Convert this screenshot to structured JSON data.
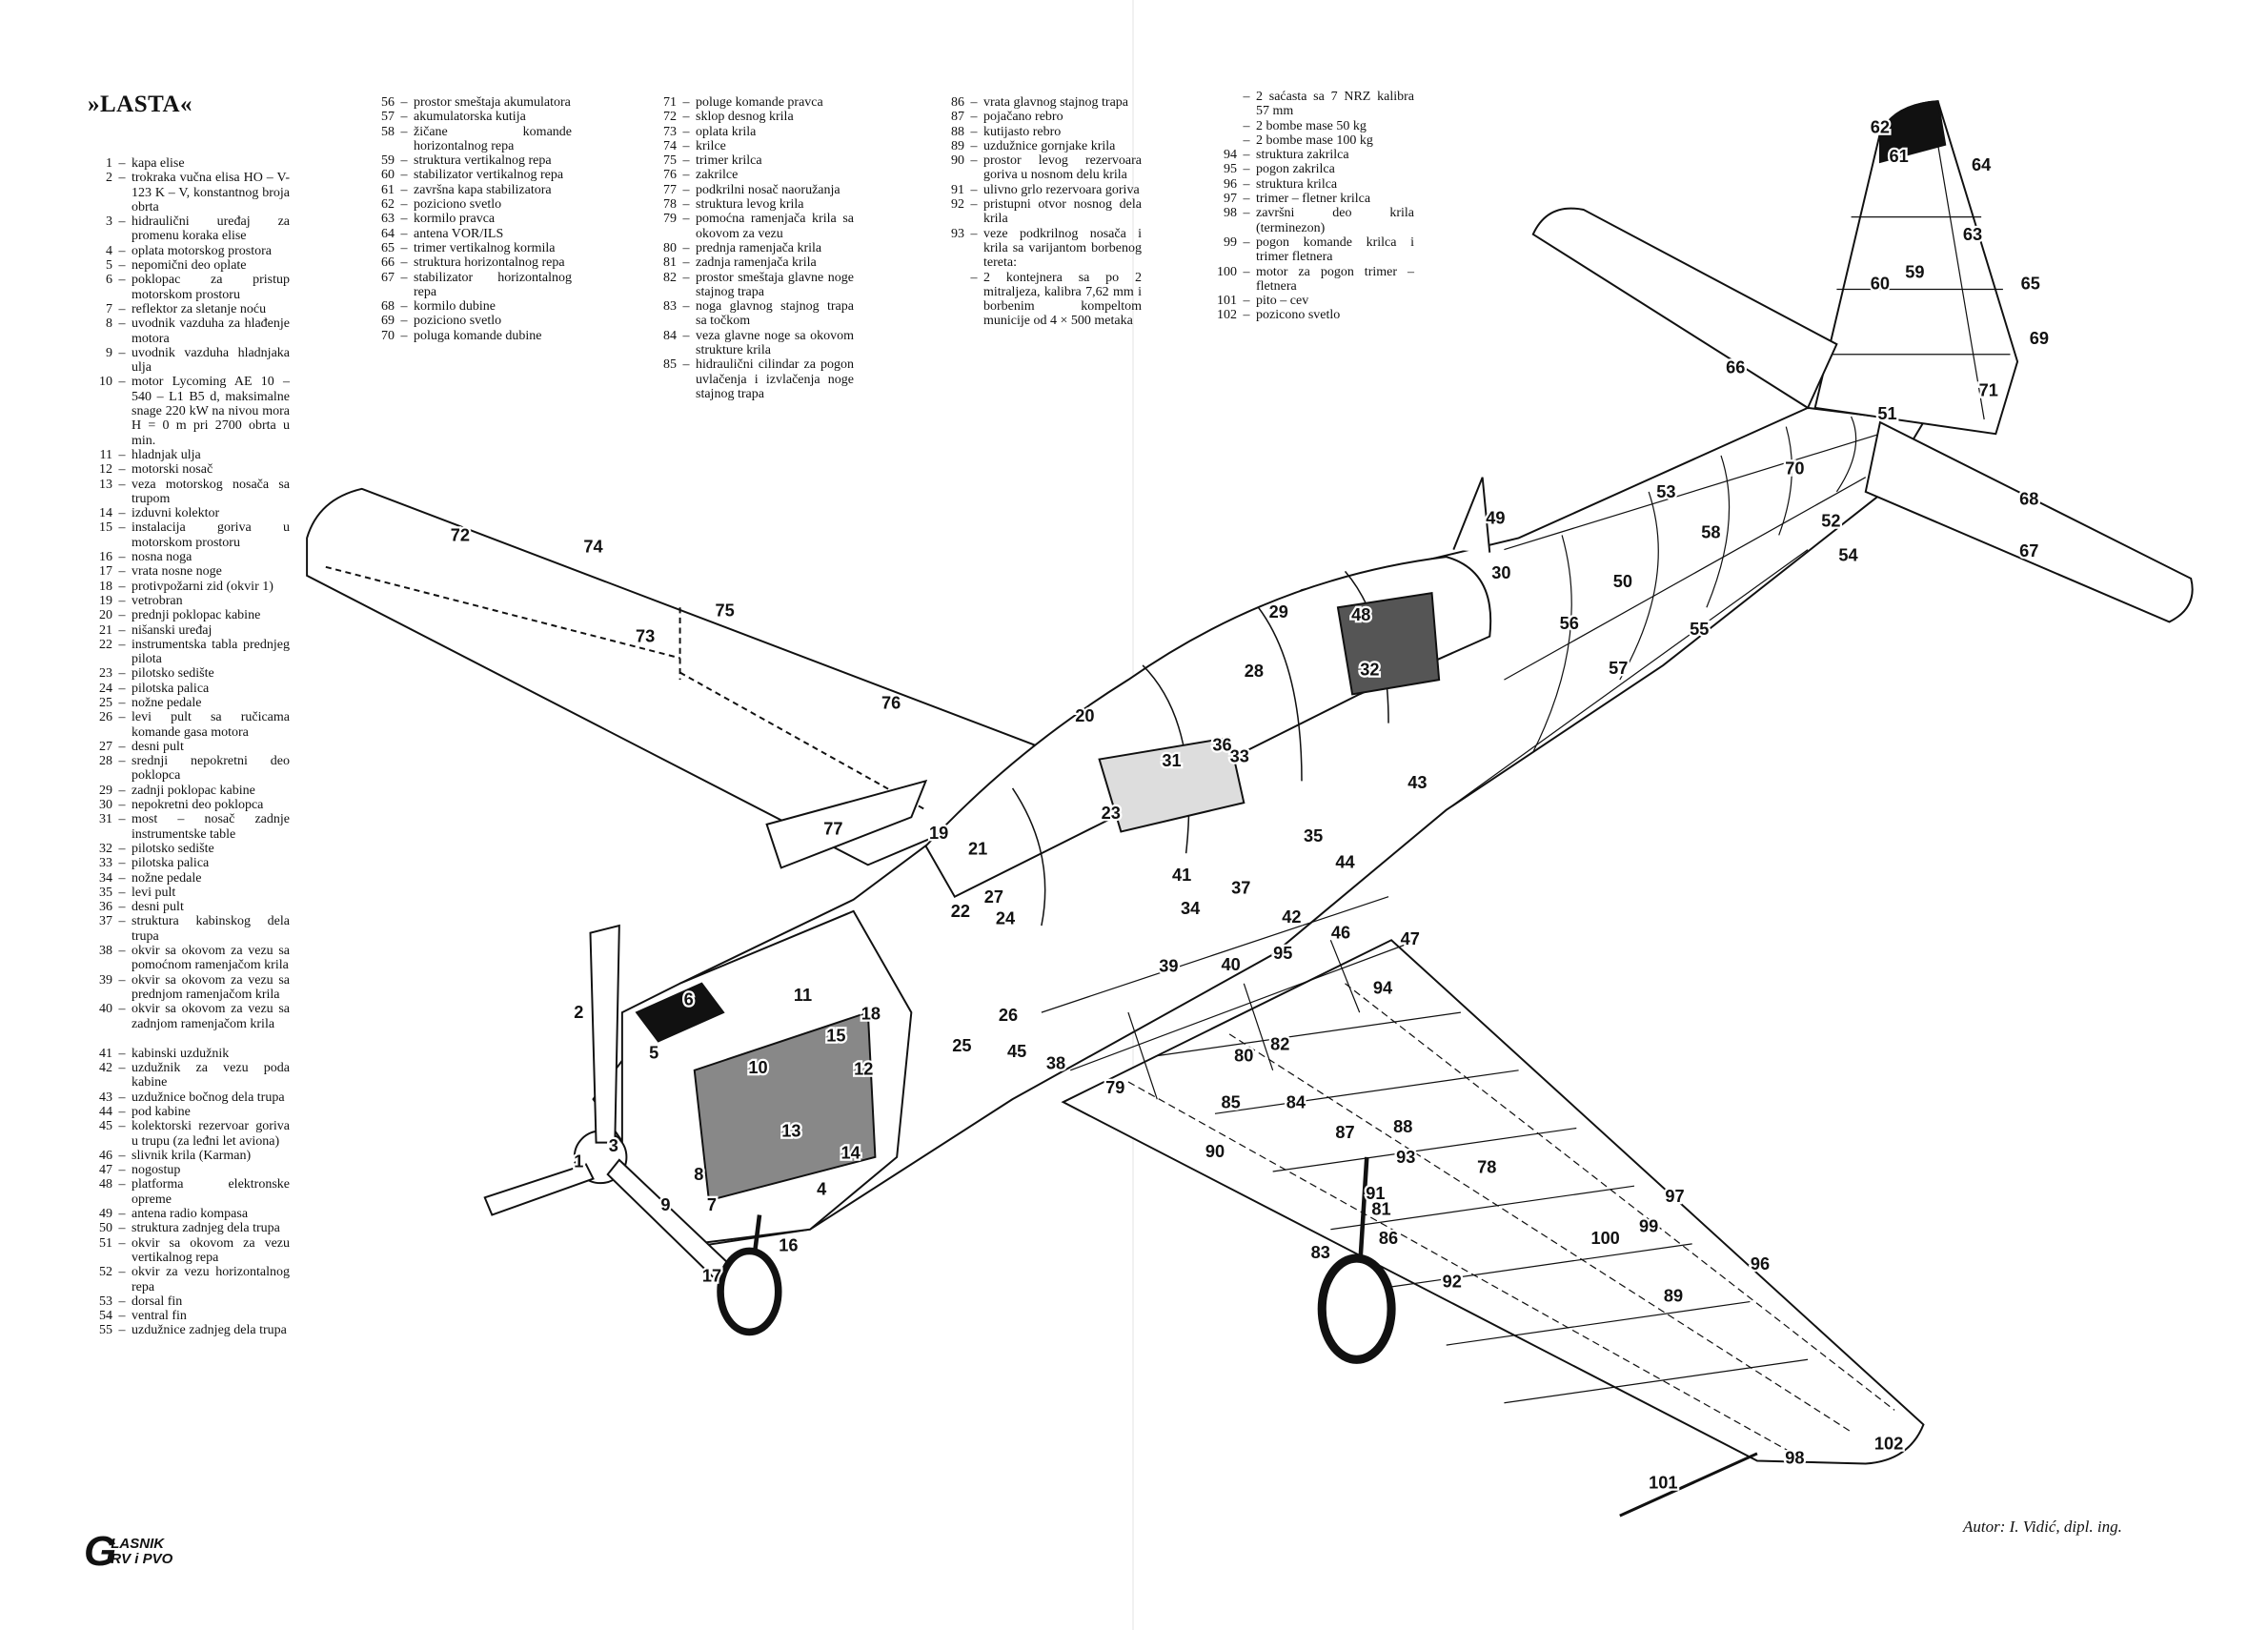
{
  "title": "»LASTA«",
  "author": "Autor: I. Vidić, dipl. ing.",
  "logo": {
    "top": "LASNIK",
    "bottom": "RV i PVO",
    "initial": "G"
  },
  "legend": [
    {
      "items": [
        {
          "num": "1",
          "text": "kapa elise"
        },
        {
          "num": "2",
          "text": "trokraka vučna elisa HO – V-123 K – V, konstantnog broja obrta"
        },
        {
          "num": "3",
          "text": "hidraulični uređaj za promenu koraka elise"
        },
        {
          "num": "4",
          "text": "oplata motorskog prostora"
        },
        {
          "num": "5",
          "text": "nepomični deo oplate"
        },
        {
          "num": "6",
          "text": "poklopac za pristup motorskom prostoru"
        },
        {
          "num": "7",
          "text": "reflektor za sletanje noću"
        },
        {
          "num": "8",
          "text": "uvodnik vazduha za hlađenje motora"
        },
        {
          "num": "9",
          "text": "uvodnik vazduha hladnjaka ulja"
        },
        {
          "num": "10",
          "text": "motor Lycoming AE 10 – 540 – L1 B5 d, maksimalne snage 220 kW na nivou mora H = 0 m pri 2700 obrta u min."
        },
        {
          "num": "11",
          "text": "hladnjak ulja"
        },
        {
          "num": "12",
          "text": "motorski nosač"
        },
        {
          "num": "13",
          "text": "veza motorskog nosača sa trupom"
        },
        {
          "num": "14",
          "text": "izduvni kolektor"
        },
        {
          "num": "15",
          "text": "instalacija goriva u motorskom prostoru"
        },
        {
          "num": "16",
          "text": "nosna noga"
        },
        {
          "num": "17",
          "text": "vrata nosne noge"
        },
        {
          "num": "18",
          "text": "protivpožarni zid (okvir 1)"
        },
        {
          "num": "19",
          "text": "vetrobran"
        },
        {
          "num": "20",
          "text": "prednji poklopac kabine"
        },
        {
          "num": "21",
          "text": "nišanski uređaj"
        },
        {
          "num": "22",
          "text": "instrumentska tabla prednjeg pilota"
        },
        {
          "num": "23",
          "text": "pilotsko sedište"
        },
        {
          "num": "24",
          "text": "pilotska palica"
        },
        {
          "num": "25",
          "text": "nožne pedale"
        },
        {
          "num": "26",
          "text": "levi pult sa ručicama komande gasa motora"
        },
        {
          "num": "27",
          "text": "desni pult"
        },
        {
          "num": "28",
          "text": "srednji nepokretni deo poklopca"
        },
        {
          "num": "29",
          "text": "zadnji poklopac kabine"
        },
        {
          "num": "30",
          "text": "nepokretni deo poklopca"
        },
        {
          "num": "31",
          "text": "most – nosač zadnje instrumentske table"
        },
        {
          "num": "32",
          "text": "pilotsko sedište"
        },
        {
          "num": "33",
          "text": "pilotska palica"
        },
        {
          "num": "34",
          "text": "nožne pedale"
        },
        {
          "num": "35",
          "text": "levi pult"
        },
        {
          "num": "36",
          "text": "desni pult"
        },
        {
          "num": "37",
          "text": "struktura kabinskog dela trupa"
        },
        {
          "num": "38",
          "text": "okvir sa okovom za vezu sa pomoćnom ramenjačom krila"
        },
        {
          "num": "39",
          "text": "okvir sa okovom za vezu sa prednjom ramenjačom krila"
        },
        {
          "num": "40",
          "text": "okvir sa okovom za vezu sa zadnjom ramenjačom krila"
        },
        {
          "num": "41",
          "text": "kabinski uzdužnik",
          "gap": true
        },
        {
          "num": "42",
          "text": "uzdužnik za vezu poda kabine"
        },
        {
          "num": "43",
          "text": "uzdužnice bočnog dela trupa"
        },
        {
          "num": "44",
          "text": "pod kabine"
        },
        {
          "num": "45",
          "text": "kolektorski rezervoar goriva u trupu (za leđni let aviona)"
        },
        {
          "num": "46",
          "text": "slivnik krila (Karman)"
        },
        {
          "num": "47",
          "text": "nogostup"
        },
        {
          "num": "48",
          "text": "platforma elektronske opreme"
        },
        {
          "num": "49",
          "text": "antena radio kompasa"
        },
        {
          "num": "50",
          "text": "struktura zadnjeg dela trupa"
        },
        {
          "num": "51",
          "text": "okvir sa okovom za vezu vertikalnog repa"
        },
        {
          "num": "52",
          "text": "okvir za vezu horizontalnog repa"
        },
        {
          "num": "53",
          "text": "dorsal fin"
        },
        {
          "num": "54",
          "text": "ventral fin"
        },
        {
          "num": "55",
          "text": "uzdužnice zadnjeg dela trupa"
        }
      ]
    },
    {
      "items": [
        {
          "num": "56",
          "text": "prostor smeštaja akumulatora"
        },
        {
          "num": "57",
          "text": "akumulatorska kutija"
        },
        {
          "num": "58",
          "text": "žičane komande horizontalnog repa"
        },
        {
          "num": "59",
          "text": "struktura vertikalnog repa"
        },
        {
          "num": "60",
          "text": "stabilizator vertikalnog repa"
        },
        {
          "num": "61",
          "text": "završna kapa stabilizatora"
        },
        {
          "num": "62",
          "text": "poziciono svetlo"
        },
        {
          "num": "63",
          "text": "kormilo pravca"
        },
        {
          "num": "64",
          "text": "antena VOR/ILS"
        },
        {
          "num": "65",
          "text": "trimer vertikalnog kormila"
        },
        {
          "num": "66",
          "text": "struktura horizontalnog repa"
        },
        {
          "num": "67",
          "text": "stabilizator horizontalnog repa"
        },
        {
          "num": "68",
          "text": "kormilo dubine"
        },
        {
          "num": "69",
          "text": "poziciono svetlo"
        },
        {
          "num": "70",
          "text": "poluga komande dubine"
        }
      ]
    },
    {
      "items": [
        {
          "num": "71",
          "text": "poluge komande pravca"
        },
        {
          "num": "72",
          "text": "sklop desnog krila"
        },
        {
          "num": "73",
          "text": "oplata krila"
        },
        {
          "num": "74",
          "text": "krilce"
        },
        {
          "num": "75",
          "text": "trimer krilca"
        },
        {
          "num": "76",
          "text": "zakrilce"
        },
        {
          "num": "77",
          "text": "podkrilni nosač naoružanja"
        },
        {
          "num": "78",
          "text": "struktura levog krila"
        },
        {
          "num": "79",
          "text": "pomoćna ramenjača krila sa okovom za vezu"
        },
        {
          "num": "80",
          "text": "prednja ramenjača krila"
        },
        {
          "num": "81",
          "text": "zadnja ramenjača krila"
        },
        {
          "num": "82",
          "text": "prostor smeštaja glavne noge stajnog trapa"
        },
        {
          "num": "83",
          "text": "noga glavnog stajnog trapa sa točkom"
        },
        {
          "num": "84",
          "text": "veza glavne noge sa okovom strukture krila"
        },
        {
          "num": "85",
          "text": "hidraulični cilindar za pogon uvlačenja i izvlačenja noge stajnog trapa"
        }
      ]
    },
    {
      "items": [
        {
          "num": "86",
          "text": "vrata glavnog stajnog trapa"
        },
        {
          "num": "87",
          "text": "pojačano rebro"
        },
        {
          "num": "88",
          "text": "kutijasto rebro"
        },
        {
          "num": "89",
          "text": "uzdužnice gornjake krila"
        },
        {
          "num": "90",
          "text": "prostor levog rezervoara goriva u nosnom delu krila"
        },
        {
          "num": "91",
          "text": "ulivno grlo rezervoara goriva"
        },
        {
          "num": "92",
          "text": "pristupni otvor nosnog dela krila"
        },
        {
          "num": "93",
          "text": "veze podkrilnog nosača i krila sa varijantom borbenog tereta:"
        },
        {
          "num": "",
          "text": "2 kontejnera sa po 2 mitraljeza, kalibra 7,62 mm i borbenim kompeltom municije od 4 × 500 metaka",
          "sub": true
        }
      ]
    },
    {
      "items": [
        {
          "num": "",
          "text": "2 saćasta sa 7 NRZ kalibra 57 mm",
          "sub": true
        },
        {
          "num": "",
          "text": "2 bombe mase 50 kg",
          "sub": true
        },
        {
          "num": "",
          "text": "2 bombe mase 100 kg",
          "sub": true
        },
        {
          "num": "94",
          "text": "struktura zakrilca"
        },
        {
          "num": "95",
          "text": "pogon zakrilca"
        },
        {
          "num": "96",
          "text": "struktura krilca"
        },
        {
          "num": "97",
          "text": "trimer – fletner krilca"
        },
        {
          "num": "98",
          "text": "završni deo krila (terminezon)"
        },
        {
          "num": "99",
          "text": "pogon komande krilca i trimer fletnera"
        },
        {
          "num": "100",
          "text": "motor za pogon trimer – fletnera"
        },
        {
          "num": "101",
          "text": "pito – cev"
        },
        {
          "num": "102",
          "text": "pozicono svetlo"
        }
      ]
    }
  ],
  "callouts": [
    "1",
    "2",
    "3",
    "4",
    "5",
    "6",
    "7",
    "8",
    "9",
    "10",
    "11",
    "12",
    "13",
    "14",
    "15",
    "16",
    "17",
    "18",
    "19",
    "20",
    "21",
    "22",
    "23",
    "24",
    "25",
    "26",
    "27",
    "28",
    "29",
    "30",
    "31",
    "32",
    "33",
    "34",
    "35",
    "36",
    "37",
    "38",
    "39",
    "40",
    "41",
    "42",
    "43",
    "44",
    "45",
    "46",
    "47",
    "48",
    "49",
    "50",
    "51",
    "52",
    "53",
    "54",
    "55",
    "56",
    "57",
    "58",
    "59",
    "60",
    "61",
    "62",
    "63",
    "64",
    "65",
    "66",
    "67",
    "68",
    "69",
    "70",
    "71",
    "72",
    "73",
    "74",
    "75",
    "76",
    "77",
    "78",
    "79",
    "80",
    "81",
    "82",
    "83",
    "84",
    "85",
    "86",
    "87",
    "88",
    "89",
    "90",
    "91",
    "92",
    "93",
    "94",
    "95",
    "96",
    "97",
    "98",
    "99",
    "100",
    "101",
    "102"
  ]
}
